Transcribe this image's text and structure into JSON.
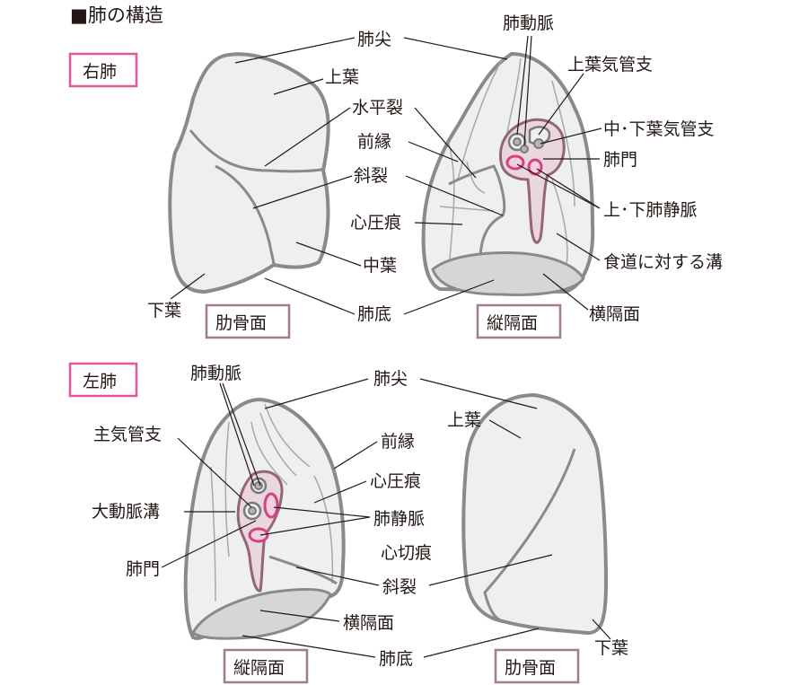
{
  "title": "■肺の構造",
  "right_lung": {
    "section": "右肺",
    "labels": {
      "apex": "肺尖",
      "upper": "上葉",
      "horizontal_fissure": "水平裂",
      "anterior_border": "前縁",
      "oblique_fissure": "斜裂",
      "cardiac_impression": "心圧痕",
      "middle": "中葉",
      "lower": "下葉",
      "base": "肺底",
      "pulmonary_artery": "肺動脈",
      "upper_bronchus": "上葉気管支",
      "mid_lower_bronchus": "中･下葉気管支",
      "hilum": "肺門",
      "veins": "上･下肺静脈",
      "esophageal_groove": "食道に対する溝",
      "diaphragmatic": "横隔面"
    },
    "costal_face": "肋骨面",
    "mediastinal_face": "縦隔面"
  },
  "left_lung": {
    "section": "左肺",
    "labels": {
      "pulmonary_artery": "肺動脈",
      "apex": "肺尖",
      "main_bronchus": "主気管支",
      "anterior_border": "前縁",
      "cardiac_impression": "心圧痕",
      "aortic_groove": "大動脈溝",
      "veins": "肺静脈",
      "cardiac_notch": "心切痕",
      "hilum": "肺門",
      "oblique_fissure": "斜裂",
      "diaphragmatic": "横隔面",
      "base": "肺底",
      "upper": "上葉",
      "lower": "下葉"
    },
    "mediastinal_face": "縦隔面",
    "costal_face": "肋骨面"
  }
}
